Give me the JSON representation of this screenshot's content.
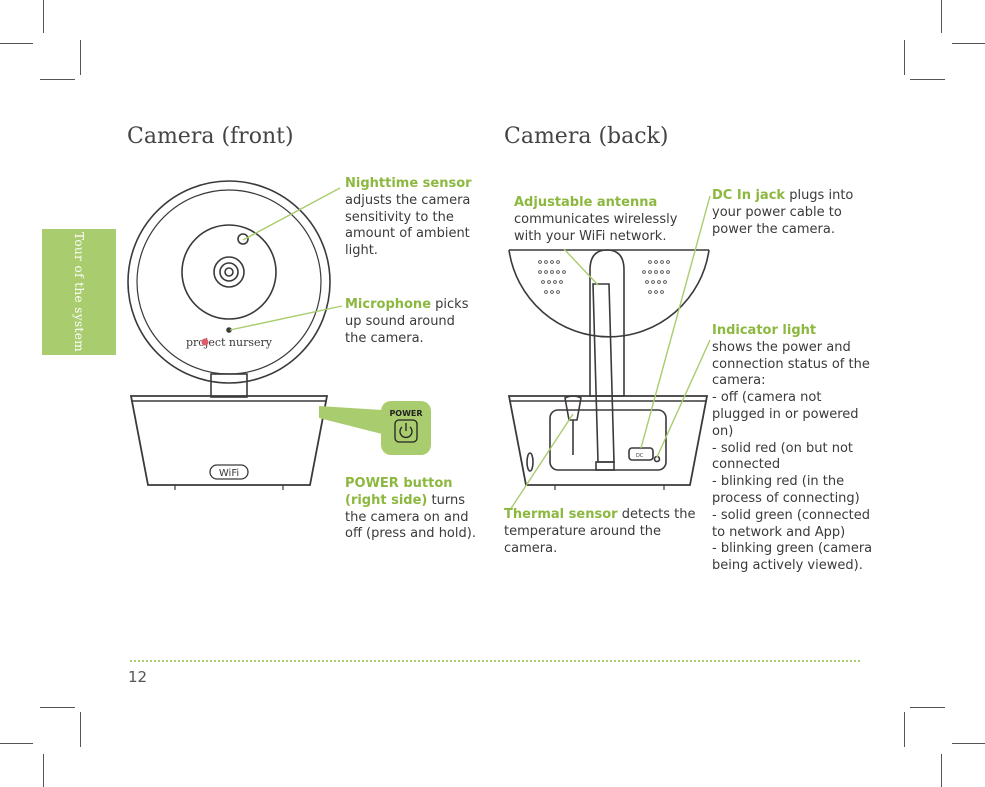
{
  "side_tab": "Tour of the system",
  "headings": {
    "front": "Camera (front)",
    "back": "Camera (back)"
  },
  "device_labels": {
    "brand": "project nursery",
    "wifi": "WiFi",
    "power": "POWER",
    "dc": "DC"
  },
  "callouts": {
    "nighttime_sensor": {
      "title": "Nighttime sensor",
      "body": "adjusts the camera sensitivity to the amount of ambient light."
    },
    "microphone": {
      "title": "Microphone",
      "body": "picks up sound around the camera."
    },
    "power_button": {
      "title": "POWER button (right side)",
      "body": "turns the camera on and off (press and hold)."
    },
    "adjustable_antenna": {
      "title": "Adjustable antenna",
      "body": "communicates wirelessly with your WiFi network."
    },
    "dc_in_jack": {
      "title": "DC In jack",
      "body": "plugs into your power cable to power the camera."
    },
    "thermal_sensor": {
      "title": "Thermal sensor",
      "body": "detects the temperature around the camera."
    },
    "indicator_light": {
      "title": "Indicator light",
      "body": "shows the power and connection status of the camera:",
      "states": [
        "- off (camera not plugged in or powered on)",
        "- solid red (on but not connected",
        "- blinking red (in the process of connecting)",
        "- solid green (connected to network and App)",
        "- blinking green (camera being actively viewed)."
      ]
    }
  },
  "page_number": "12",
  "colors": {
    "accent": "#a9cc6e",
    "accent_text": "#8cb83f",
    "line": "#3a3a3a"
  }
}
